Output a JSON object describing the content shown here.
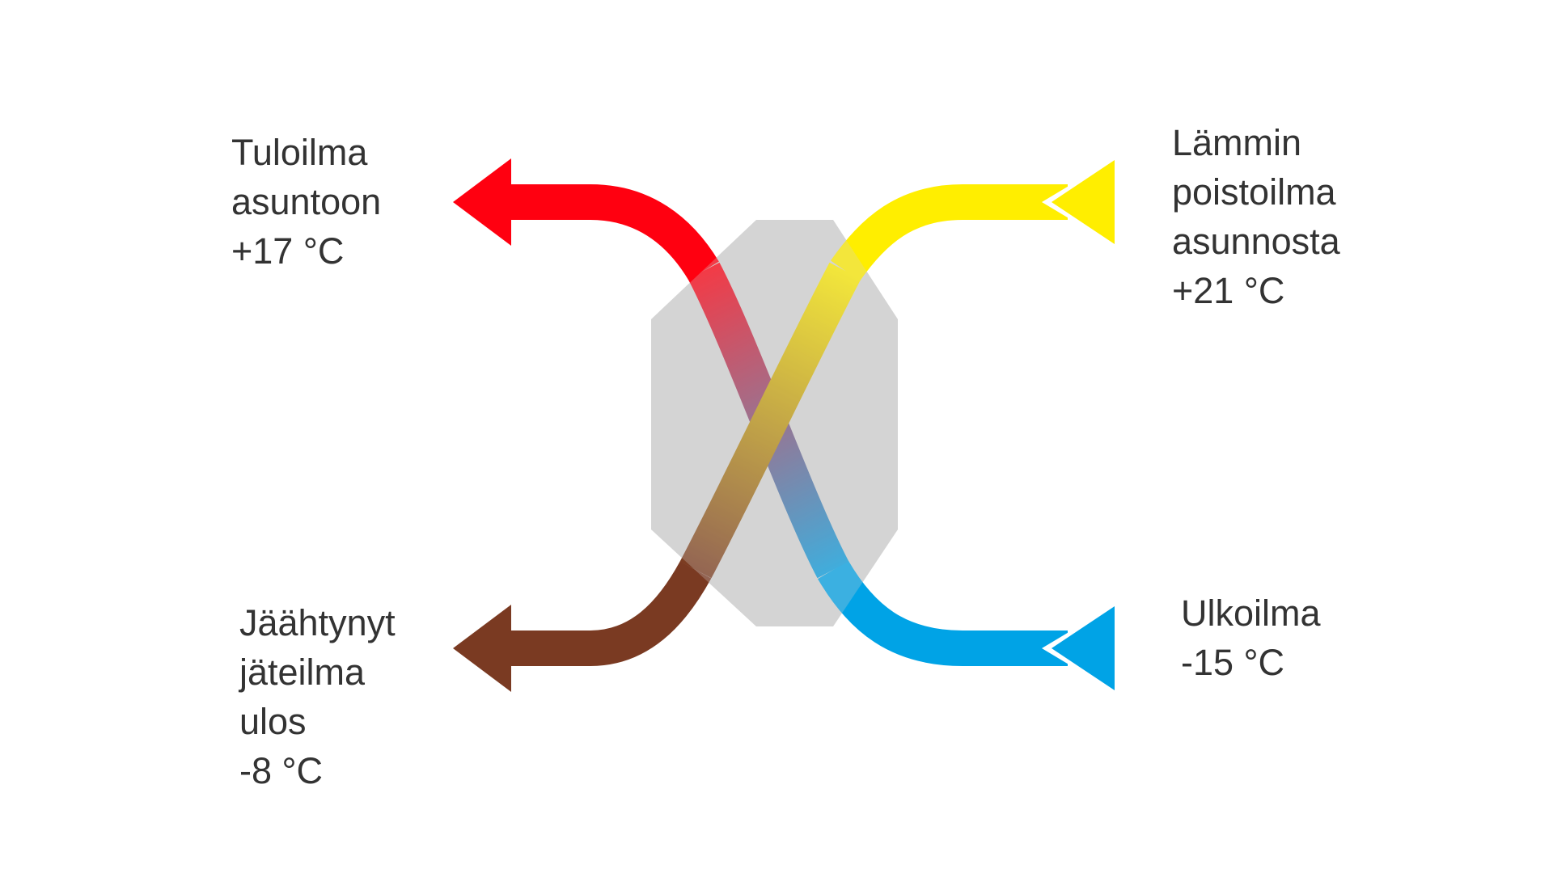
{
  "labels": {
    "supply_air": {
      "lines": [
        "Tuloilma",
        "asuntoon",
        "+17 °C"
      ]
    },
    "exhaust_air": {
      "lines": [
        "Lämmin",
        "poistoilma",
        "asunnosta",
        "+21 °C"
      ]
    },
    "waste_air": {
      "lines": [
        "Jäähtynyt",
        "jäteilma",
        "ulos",
        "-8 °C"
      ]
    },
    "outdoor_air": {
      "lines": [
        "Ulkoilma",
        "-15 °C"
      ]
    }
  },
  "colors": {
    "supply_air": "#ff0010",
    "exhaust_air": "#ffee00",
    "waste_air": "#7a3a22",
    "outdoor_air": "#00a3e6",
    "heat_exchanger": "#d4d4d4",
    "text": "#333333",
    "background": "#ffffff"
  }
}
